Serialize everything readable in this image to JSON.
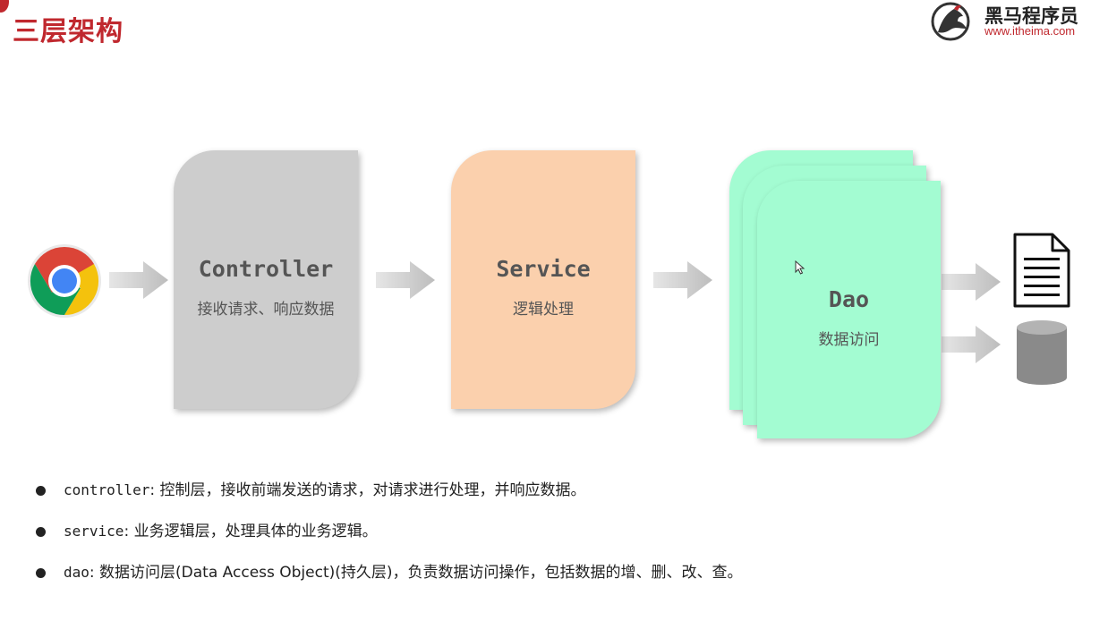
{
  "header": {
    "title": "三层架构",
    "logo_name": "黑马程序员",
    "logo_url": "www.itheima.com"
  },
  "diagram": {
    "controller": {
      "title": "Controller",
      "subtitle": "接收请求、响应数据"
    },
    "service": {
      "title": "Service",
      "subtitle": "逻辑处理"
    },
    "dao": {
      "title": "Dao",
      "subtitle": "数据访问"
    }
  },
  "colors": {
    "brand_red": "#c0282e",
    "controller": "#cdcdcd",
    "service": "#fbd0ad",
    "dao": "#a3fcd2"
  },
  "icons": [
    "browser-icon",
    "arrow-icon",
    "document-icon",
    "database-icon",
    "cursor-icon"
  ],
  "bullets": [
    {
      "code": "controller",
      "text": ": 控制层，接收前端发送的请求，对请求进行处理，并响应数据。"
    },
    {
      "code": "service",
      "text": ": 业务逻辑层，处理具体的业务逻辑。"
    },
    {
      "code": "dao",
      "text": ": 数据访问层(Data Access Object)(持久层)，负责数据访问操作，包括数据的增、删、改、查。"
    }
  ]
}
